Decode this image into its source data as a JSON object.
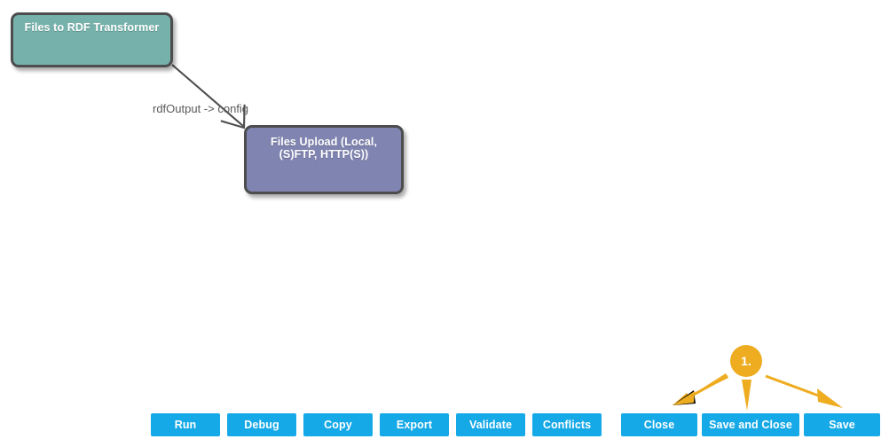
{
  "canvas": {
    "background": "#ffffff",
    "nodes": [
      {
        "id": "files-to-rdf-transformer",
        "label": "Files to RDF Transformer",
        "color": "#76b2ab",
        "border_color": "#4d4d4d"
      },
      {
        "id": "files-upload",
        "label": "Files Upload (Local,\n(S)FTP, HTTP(S))",
        "color": "#8084b0",
        "border_color": "#4d4d4d"
      }
    ],
    "edges": [
      {
        "from": "files-to-rdf-transformer",
        "to": "files-upload",
        "label": "rdfOutput -> config",
        "color": "#4d4d4d",
        "label_color": "#5a5a5a"
      }
    ]
  },
  "annotation": {
    "badge_label": "1.",
    "color": "#eeac20",
    "arrow_targets": [
      "Close",
      "Save and Close",
      "Save"
    ]
  },
  "toolbar": {
    "accent_color": "#16a9e8",
    "left_buttons": [
      {
        "label": "Run"
      },
      {
        "label": "Debug"
      },
      {
        "label": "Copy"
      },
      {
        "label": "Export"
      },
      {
        "label": "Validate"
      },
      {
        "label": "Conflicts"
      }
    ],
    "right_buttons": [
      {
        "label": "Close"
      },
      {
        "label": "Save and Close"
      },
      {
        "label": "Save"
      }
    ]
  }
}
